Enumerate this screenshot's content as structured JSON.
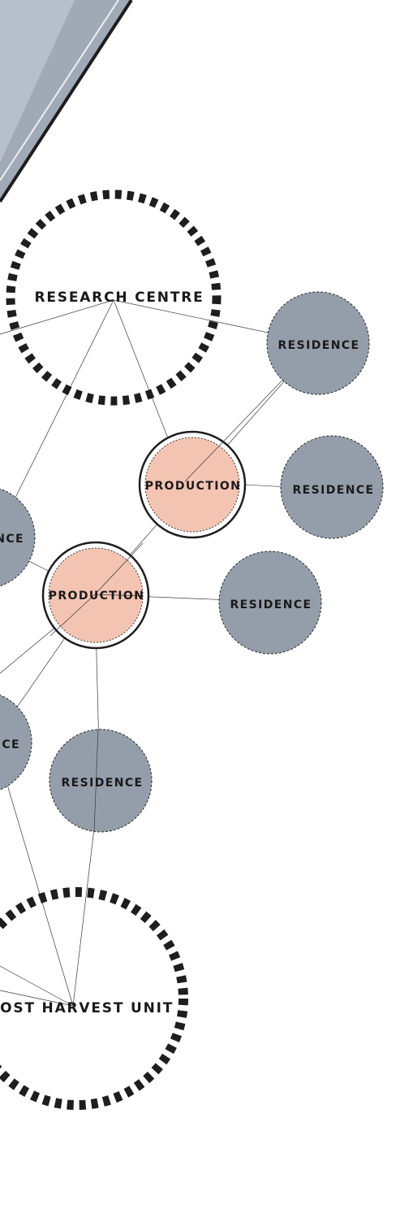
{
  "colors": {
    "residence_fill": "#949eab",
    "production_fill": "#f4c4b3",
    "dash_ring": "#1e1e1e",
    "link_line": "#3a3a3a",
    "building_fill": "#b7bfca",
    "building_shade": "#8e99a7",
    "building_stroke": "#1e1e1e"
  },
  "nodes": {
    "research_centre": {
      "label": "RESEARCH CENTRE"
    },
    "post_harvest_unit": {
      "label": "POST HARVEST UNIT"
    },
    "production_upper": {
      "label": "PRODUCTION"
    },
    "production_lower": {
      "label": "PRODUCTION"
    },
    "residence_top_right": {
      "label": "RESIDENCE"
    },
    "residence_mid_right": {
      "label": "RESIDENCE"
    },
    "residence_lower_right": {
      "label": "RESIDENCE"
    },
    "residence_bottom": {
      "label": "RESIDENCE"
    },
    "residence_left_upper": {
      "label": "NCE"
    },
    "residence_left_lower": {
      "label": "CE"
    }
  }
}
